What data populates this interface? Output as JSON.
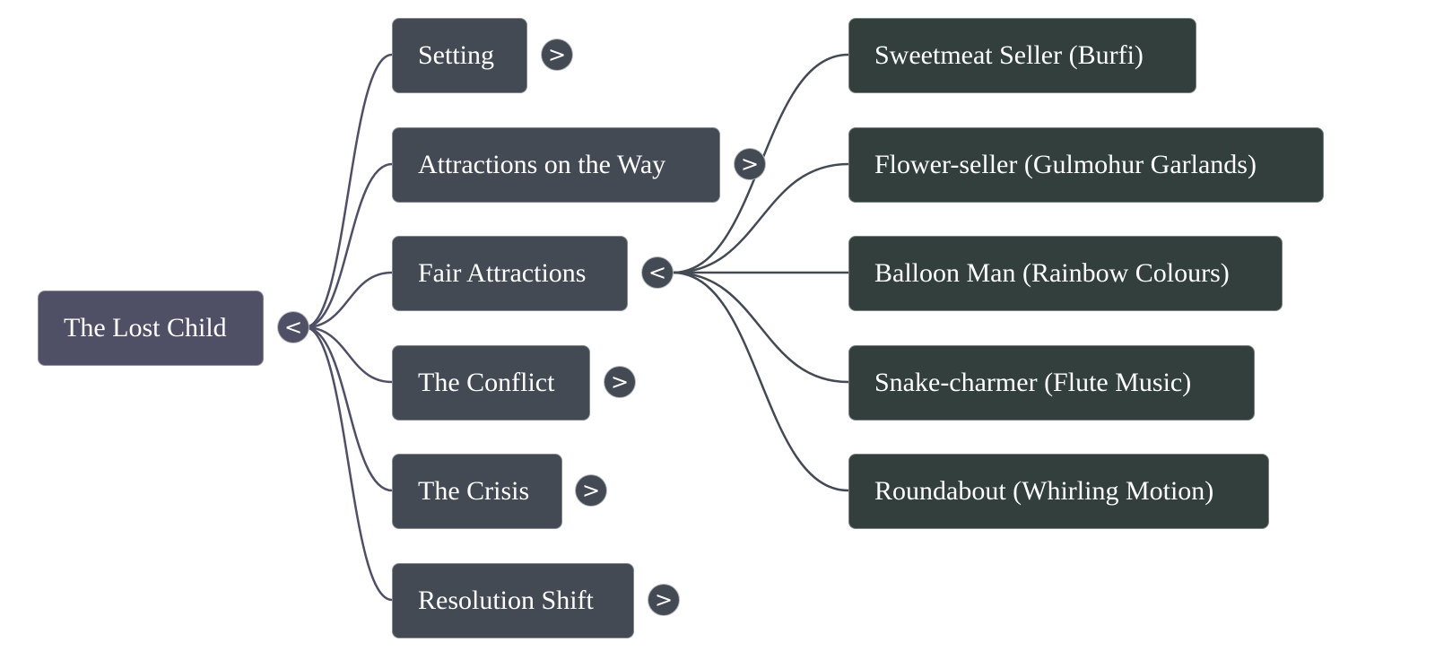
{
  "colors": {
    "root_fill": "#4f5066",
    "branch_fill": "#434a54",
    "leaf_fill": "#323f3d",
    "root_link": "#4f5066",
    "branch_link": "#434a54",
    "text": "#ffffff"
  },
  "icons": {
    "collapse": "<",
    "expand": ">"
  },
  "mindmap": {
    "root": {
      "label": "The Lost Child",
      "toggle": "<",
      "state": "expanded"
    },
    "branches": [
      {
        "label": "Setting",
        "toggle": ">",
        "state": "collapsed"
      },
      {
        "label": "Attractions on the Way",
        "toggle": ">",
        "state": "collapsed"
      },
      {
        "label": "Fair Attractions",
        "toggle": "<",
        "state": "expanded",
        "children": [
          {
            "label": "Sweetmeat Seller (Burfi)"
          },
          {
            "label": "Flower-seller (Gulmohur Garlands)"
          },
          {
            "label": "Balloon Man (Rainbow Colours)"
          },
          {
            "label": "Snake-charmer (Flute Music)"
          },
          {
            "label": "Roundabout (Whirling Motion)"
          }
        ]
      },
      {
        "label": "The Conflict",
        "toggle": ">",
        "state": "collapsed"
      },
      {
        "label": "The Crisis",
        "toggle": ">",
        "state": "collapsed"
      },
      {
        "label": "Resolution Shift",
        "toggle": ">",
        "state": "collapsed"
      }
    ]
  }
}
